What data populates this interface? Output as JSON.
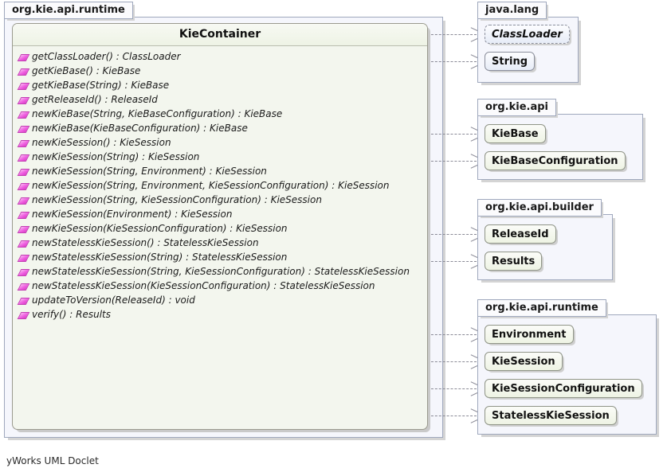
{
  "footer": {
    "label": "yWorks UML Doclet"
  },
  "main_package": {
    "name": "org.kie.api.runtime",
    "class": {
      "name": "KieContainer",
      "members": [
        {
          "icon": "method-icon",
          "text": "getClassLoader() : ClassLoader"
        },
        {
          "icon": "method-icon",
          "text": "getKieBase() : KieBase"
        },
        {
          "icon": "method-icon",
          "text": "getKieBase(String) : KieBase"
        },
        {
          "icon": "method-icon",
          "text": "getReleaseId() : ReleaseId"
        },
        {
          "icon": "method-icon",
          "text": "newKieBase(String, KieBaseConfiguration) : KieBase"
        },
        {
          "icon": "method-icon",
          "text": "newKieBase(KieBaseConfiguration) : KieBase"
        },
        {
          "icon": "method-icon",
          "text": "newKieSession() : KieSession"
        },
        {
          "icon": "method-icon",
          "text": "newKieSession(String) : KieSession"
        },
        {
          "icon": "method-icon",
          "text": "newKieSession(String, Environment) : KieSession"
        },
        {
          "icon": "method-icon",
          "text": "newKieSession(String, Environment, KieSessionConfiguration) : KieSession"
        },
        {
          "icon": "method-icon",
          "text": "newKieSession(String, KieSessionConfiguration) : KieSession"
        },
        {
          "icon": "method-icon",
          "text": "newKieSession(Environment) : KieSession"
        },
        {
          "icon": "method-icon",
          "text": "newKieSession(KieSessionConfiguration) : KieSession"
        },
        {
          "icon": "method-icon",
          "text": "newStatelessKieSession() : StatelessKieSession"
        },
        {
          "icon": "method-icon",
          "text": "newStatelessKieSession(String) : StatelessKieSession"
        },
        {
          "icon": "method-icon",
          "text": "newStatelessKieSession(String, KieSessionConfiguration) : StatelessKieSession"
        },
        {
          "icon": "method-icon",
          "text": "newStatelessKieSession(KieSessionConfiguration) : StatelessKieSession"
        },
        {
          "icon": "method-icon",
          "text": "updateToVersion(ReleaseId) : void"
        },
        {
          "icon": "method-icon",
          "text": "verify() : Results"
        }
      ]
    }
  },
  "packages": [
    {
      "name": "java.lang",
      "types": [
        {
          "name": "ClassLoader",
          "abstract": true
        },
        {
          "name": "String",
          "abstract": false
        }
      ]
    },
    {
      "name": "org.kie.api",
      "types": [
        {
          "name": "KieBase",
          "abstract": false
        },
        {
          "name": "KieBaseConfiguration",
          "abstract": false
        }
      ]
    },
    {
      "name": "org.kie.api.builder",
      "types": [
        {
          "name": "ReleaseId",
          "abstract": false
        },
        {
          "name": "Results",
          "abstract": false
        }
      ]
    },
    {
      "name": "org.kie.api.runtime",
      "types": [
        {
          "name": "Environment",
          "abstract": false
        },
        {
          "name": "KieSession",
          "abstract": false
        },
        {
          "name": "KieSessionConfiguration",
          "abstract": false
        },
        {
          "name": "StatelessKieSession",
          "abstract": false
        }
      ]
    }
  ],
  "dependencies": [
    {
      "from": "KieContainer",
      "to": "ClassLoader"
    },
    {
      "from": "KieContainer",
      "to": "String"
    },
    {
      "from": "KieContainer",
      "to": "KieBase"
    },
    {
      "from": "KieContainer",
      "to": "KieBaseConfiguration"
    },
    {
      "from": "KieContainer",
      "to": "ReleaseId"
    },
    {
      "from": "KieContainer",
      "to": "Results"
    },
    {
      "from": "KieContainer",
      "to": "Environment"
    },
    {
      "from": "KieContainer",
      "to": "KieSession"
    },
    {
      "from": "KieContainer",
      "to": "KieSessionConfiguration"
    },
    {
      "from": "KieContainer",
      "to": "StatelessKieSession"
    }
  ],
  "colors": {
    "class_fill": "#f3f6ee",
    "package_fill": "#f5f6fc",
    "method_icon": "#ef5fe0",
    "edge": "#8a8a96"
  }
}
